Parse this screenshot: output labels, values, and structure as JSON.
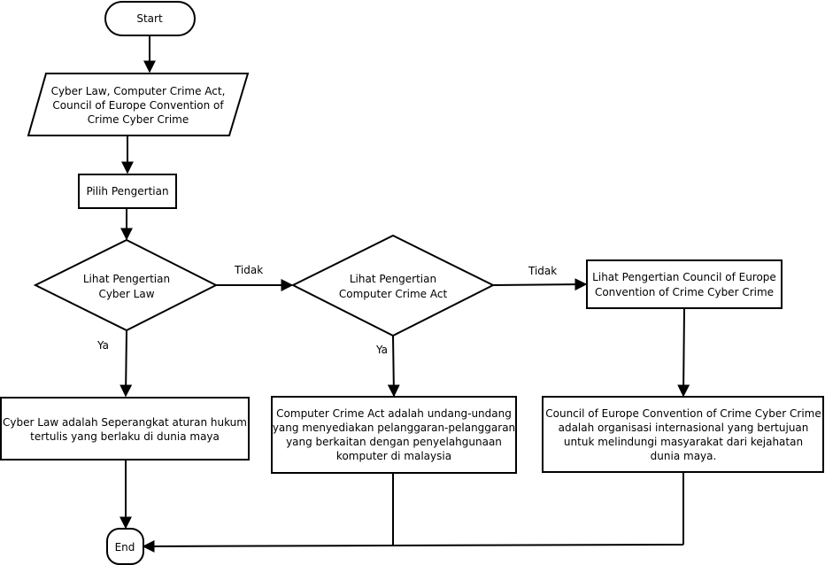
{
  "nodes": {
    "start": {
      "lines": [
        "Start"
      ]
    },
    "input": {
      "lines": [
        "Cyber Law, Computer Crime Act,",
        "Council of Europe Convention of",
        "Crime Cyber Crime"
      ]
    },
    "pilih": {
      "lines": [
        "Pilih Pengertian"
      ]
    },
    "decision_cyber_law": {
      "lines": [
        "Lihat Pengertian",
        "Cyber Law"
      ]
    },
    "decision_cca": {
      "lines": [
        "Lihat Pengertian",
        "Computer Crime Act"
      ]
    },
    "process_coe": {
      "lines": [
        "Lihat Pengertian Council of Europe",
        "Convention of Crime Cyber Crime"
      ]
    },
    "def_cyber_law": {
      "lines": [
        "Cyber Law adalah Seperangkat aturan hukum",
        "tertulis yang berlaku di dunia maya"
      ]
    },
    "def_cca": {
      "lines": [
        "Computer Crime Act adalah undang-undang",
        "yang menyediakan pelanggaran-pelanggaran",
        "yang berkaitan dengan penyelahgunaan",
        "komputer di malaysia"
      ]
    },
    "def_coe": {
      "lines": [
        "Council of Europe Convention of Crime Cyber Crime",
        "adalah organisasi internasional yang bertujuan",
        "untuk melindungi masyarakat dari kejahatan",
        "dunia maya."
      ]
    },
    "end": {
      "lines": [
        "End"
      ]
    }
  },
  "edge_labels": {
    "tidak_1": "Tidak",
    "tidak_2": "Tidak",
    "ya_1": "Ya",
    "ya_2": "Ya"
  }
}
